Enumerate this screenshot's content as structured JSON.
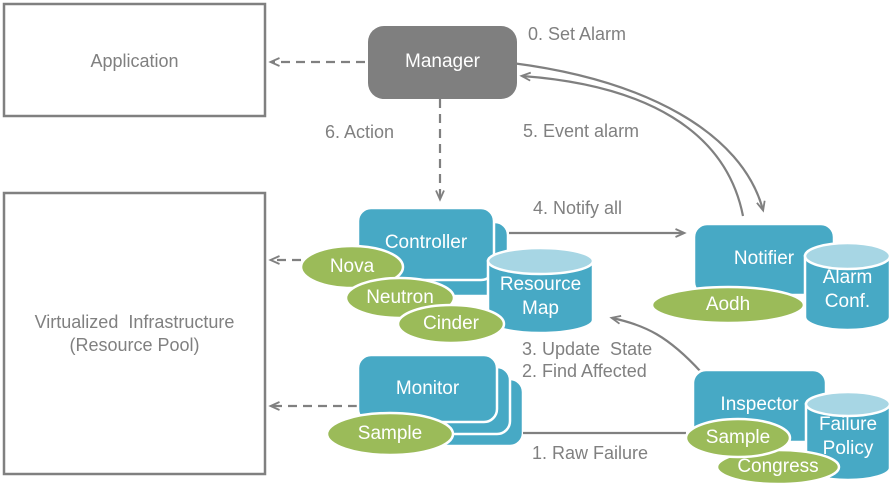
{
  "diagram": {
    "title_implicit": "Fault management architecture",
    "boxes": {
      "application": "Application",
      "virtualized_infrastructure": "Virtualized  Infrastructure\n(Resource Pool)",
      "manager": "Manager",
      "controller": "Controller",
      "monitor": "Monitor",
      "notifier": "Notifier",
      "inspector": "Inspector"
    },
    "datastores": {
      "resource_map": "Resource\nMap",
      "alarm_conf": "Alarm\nConf.",
      "failure_policy": "Failure\nPolicy"
    },
    "plugins": {
      "nova": "Nova",
      "neutron": "Neutron",
      "cinder": "Cinder",
      "aodh": "Aodh",
      "monitor_sample": "Sample",
      "inspector_sample": "Sample",
      "congress": "Congress"
    },
    "steps": {
      "set_alarm": "0. Set Alarm",
      "raw_failure": "1. Raw Failure",
      "find_affected": "2. Find Affected",
      "update_state": "3. Update  State",
      "notify_all": "4. Notify all",
      "event_alarm": "5. Event alarm",
      "action": "6. Action"
    },
    "colors": {
      "component_blue": "#47A9C5",
      "cylinder_top_blue": "#A7D6E4",
      "plugin_green": "#9BBB59",
      "manager_gray": "#7F7F7F",
      "line_gray": "#808080",
      "text_gray": "#808080",
      "text_on_shape": "#FFFFFF"
    }
  }
}
